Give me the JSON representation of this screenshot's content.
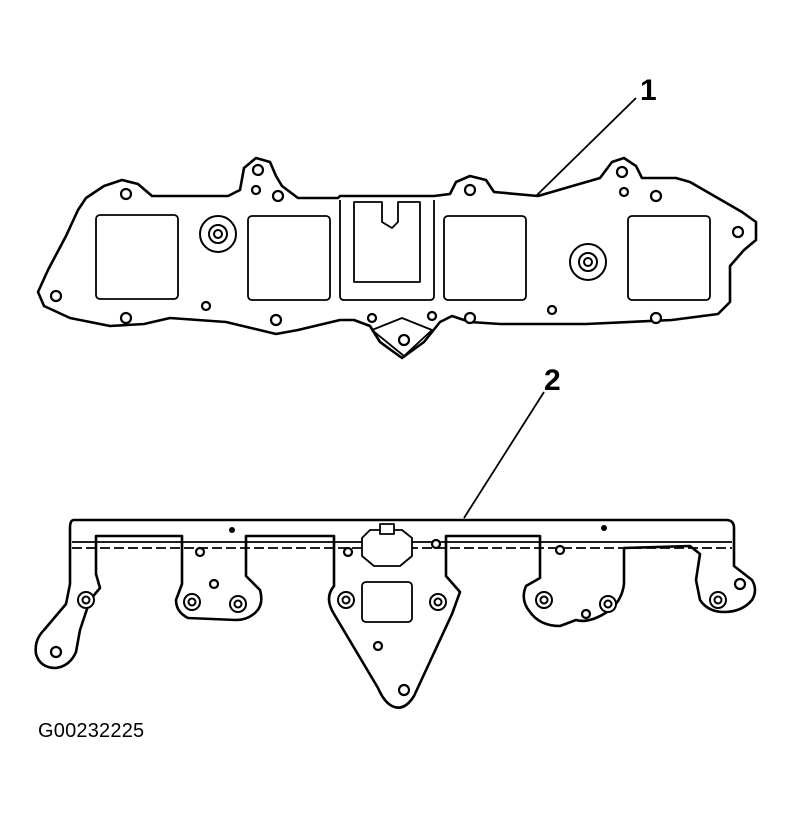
{
  "figure_id": "G00232225",
  "callouts": [
    {
      "number": "1"
    },
    {
      "number": "2"
    }
  ],
  "colors": {
    "line": "#000000",
    "background": "#ffffff"
  }
}
